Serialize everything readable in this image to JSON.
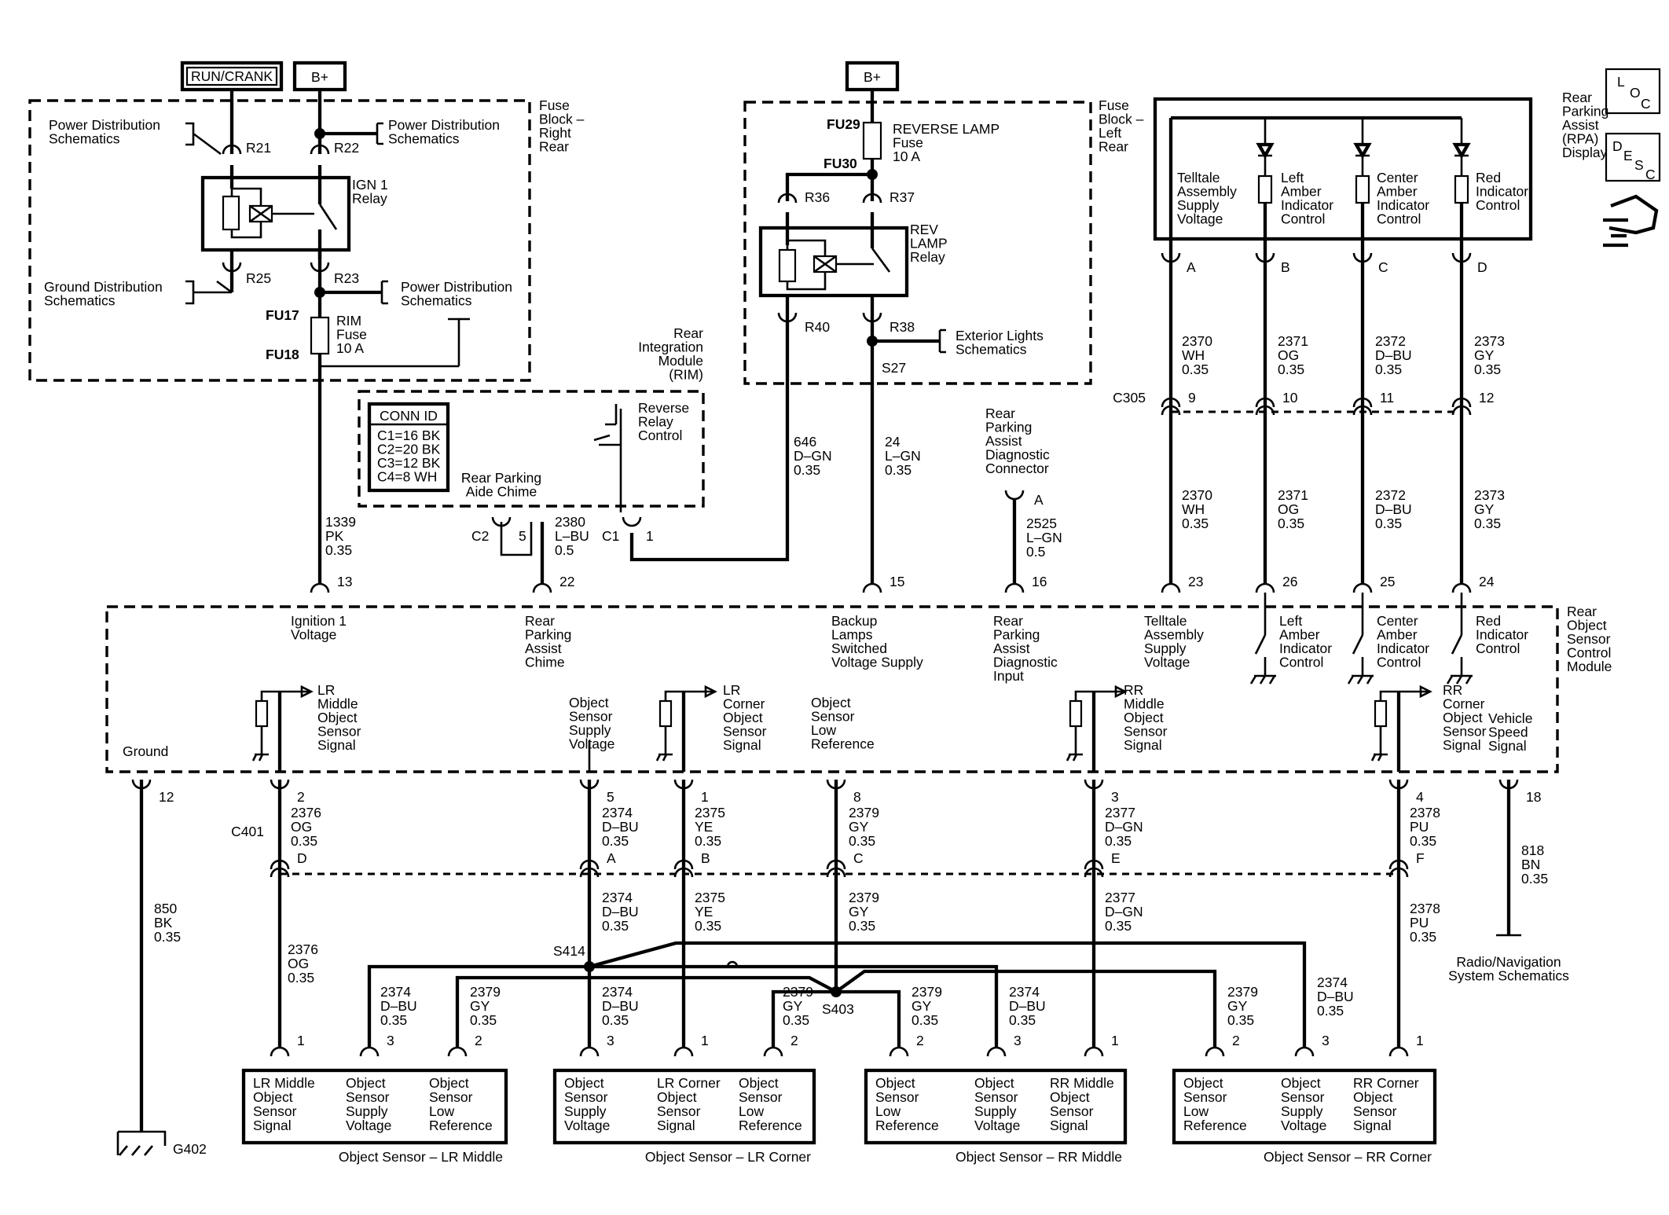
{
  "power": {
    "run_crank": "RUN/CRANK",
    "b_plus_left": "B+",
    "b_plus_right": "B+"
  },
  "fuse_block_right": {
    "title": [
      "Fuse",
      "Block –",
      "Right",
      "Rear"
    ],
    "pd_left": [
      "Power Distribution",
      "Schematics"
    ],
    "pd_right": [
      "Power Distribution",
      "Schematics"
    ],
    "gd": [
      "Ground Distribution",
      "Schematics"
    ],
    "pd_lower": [
      "Power Distribution",
      "Schematics"
    ],
    "r21": "R21",
    "r22": "R22",
    "r25": "R25",
    "r23": "R23",
    "ign_relay": [
      "IGN 1",
      "Relay"
    ],
    "fu17": "FU17",
    "fu18": "FU18",
    "rim_fuse": [
      "RIM",
      "Fuse",
      "10 A"
    ]
  },
  "fuse_block_left": {
    "title": [
      "Fuse",
      "Block –",
      "Left",
      "Rear"
    ],
    "fu29": "FU29",
    "fu30": "FU30",
    "reverse_fuse": [
      "REVERSE LAMP",
      "Fuse",
      "10 A"
    ],
    "r36": "R36",
    "r37": "R37",
    "r40": "R40",
    "r38": "R38",
    "rev_relay": [
      "REV",
      "LAMP",
      "Relay"
    ],
    "ext_lights": [
      "Exterior Lights",
      "Schematics"
    ],
    "s27": "S27"
  },
  "rim": {
    "title": [
      "Rear",
      "Integration",
      "Module",
      "(RIM)"
    ],
    "conn_id_title": "CONN ID",
    "conn_ids": [
      "C1=16 BK",
      "C2=20 BK",
      "C3=12 BK",
      "C4=8 WH"
    ],
    "chime": [
      "Rear Parking",
      "Aide Chime"
    ],
    "reverse_relay": [
      "Reverse",
      "Relay",
      "Control"
    ],
    "c2": "C2",
    "c2_pin": "5",
    "c1": "C1",
    "c1_pin": "1"
  },
  "rpa_display": {
    "title": [
      "Rear",
      "Parking",
      "Assist",
      "(RPA)",
      "Display"
    ],
    "telltale": [
      "Telltale",
      "Assembly",
      "Supply",
      "Voltage"
    ],
    "left_amber": [
      "Left",
      "Amber",
      "Indicator",
      "Control"
    ],
    "center_amber": [
      "Center",
      "Amber",
      "Indicator",
      "Control"
    ],
    "red_indicator": [
      "Red",
      "Indicator",
      "Control"
    ],
    "pins": [
      "A",
      "B",
      "C",
      "D"
    ]
  },
  "loc_desc": {
    "loc": [
      "L",
      "O",
      "C"
    ],
    "desc": [
      "D",
      "E",
      "S",
      "C"
    ]
  },
  "c305": {
    "label": "C305",
    "pins": [
      "9",
      "10",
      "11",
      "12"
    ]
  },
  "diag_connector": {
    "label": [
      "Rear",
      "Parking",
      "Assist",
      "Diagnostic",
      "Connector"
    ],
    "pin": "A"
  },
  "wires": {
    "w1339": [
      "1339",
      "PK",
      "0.35"
    ],
    "w2380": [
      "2380",
      "L–BU",
      "0.5"
    ],
    "w646": [
      "646",
      "D–GN",
      "0.35"
    ],
    "w24": [
      "24",
      "L–GN",
      "0.35"
    ],
    "w2525": [
      "2525",
      "L–GN",
      "0.5"
    ],
    "w2370": [
      "2370",
      "WH",
      "0.35"
    ],
    "w2371": [
      "2371",
      "OG",
      "0.35"
    ],
    "w2372": [
      "2372",
      "D–BU",
      "0.35"
    ],
    "w2373": [
      "2373",
      "GY",
      "0.35"
    ],
    "w850": [
      "850",
      "BK",
      "0.35"
    ],
    "w2376": [
      "2376",
      "OG",
      "0.35"
    ],
    "w2374": [
      "2374",
      "D–BU",
      "0.35"
    ],
    "w2375": [
      "2375",
      "YE",
      "0.35"
    ],
    "w2379": [
      "2379",
      "GY",
      "0.35"
    ],
    "w2377": [
      "2377",
      "D–GN",
      "0.35"
    ],
    "w2378": [
      "2378",
      "PU",
      "0.35"
    ],
    "w818": [
      "818",
      "BN",
      "0.35"
    ]
  },
  "module": {
    "title": [
      "Rear",
      "Object",
      "Sensor",
      "Control",
      "Module"
    ],
    "top_pins": [
      "13",
      "22",
      "15",
      "16",
      "23",
      "26",
      "25",
      "24"
    ],
    "ignition": [
      "Ignition 1",
      "Voltage"
    ],
    "chime": [
      "Rear",
      "Parking",
      "Assist",
      "Chime"
    ],
    "backup": [
      "Backup",
      "Lamps",
      "Switched",
      "Voltage Supply"
    ],
    "diag_input": [
      "Rear",
      "Parking",
      "Assist",
      "Diagnostic",
      "Input"
    ],
    "telltale": [
      "Telltale",
      "Assembly",
      "Supply",
      "Voltage"
    ],
    "left_amber": [
      "Left",
      "Amber",
      "Indicator",
      "Control"
    ],
    "center_amber": [
      "Center",
      "Amber",
      "Indicator",
      "Control"
    ],
    "red_indicator": [
      "Red",
      "Indicator",
      "Control"
    ],
    "ground": "Ground",
    "lr_middle": [
      "LR",
      "Middle",
      "Object",
      "Sensor",
      "Signal"
    ],
    "supply": [
      "Object",
      "Sensor",
      "Supply",
      "Voltage"
    ],
    "lr_corner": [
      "LR",
      "Corner",
      "Object",
      "Sensor",
      "Signal"
    ],
    "low_ref": [
      "Object",
      "Sensor",
      "Low",
      "Reference"
    ],
    "rr_middle": [
      "RR",
      "Middle",
      "Object",
      "Sensor",
      "Signal"
    ],
    "rr_corner": [
      "RR",
      "Corner",
      "Object",
      "Sensor",
      "Signal"
    ],
    "vehicle_speed": [
      "Vehicle",
      "Speed",
      "Signal"
    ],
    "bottom_pins": [
      "12",
      "2",
      "5",
      "1",
      "8",
      "3",
      "4",
      "18"
    ]
  },
  "c401": {
    "label": "C401",
    "pins": [
      "D",
      "A",
      "B",
      "C",
      "E",
      "F"
    ]
  },
  "splices": {
    "s414": "S414",
    "s403": "S403"
  },
  "radio_nav": [
    "Radio/Navigation",
    "System Schematics"
  ],
  "ground_label": "G402",
  "sensors": [
    {
      "caption": "Object Sensor – LR Middle",
      "labels": [
        [
          "LR Middle",
          "Object",
          "Sensor",
          "Signal"
        ],
        [
          "Object",
          "Sensor",
          "Supply",
          "Voltage"
        ],
        [
          "Object",
          "Sensor",
          "Low",
          "Reference"
        ]
      ],
      "pins": [
        "1",
        "3",
        "2"
      ]
    },
    {
      "caption": "Object Sensor – LR Corner",
      "labels": [
        [
          "Object",
          "Sensor",
          "Supply",
          "Voltage"
        ],
        [
          "LR Corner",
          "Object",
          "Sensor",
          "Signal"
        ],
        [
          "Object",
          "Sensor",
          "Low",
          "Reference"
        ]
      ],
      "pins": [
        "3",
        "1",
        "2"
      ]
    },
    {
      "caption": "Object Sensor – RR Middle",
      "labels": [
        [
          "Object",
          "Sensor",
          "Low",
          "Reference"
        ],
        [
          "Object",
          "Sensor",
          "Supply",
          "Voltage"
        ],
        [
          "RR Middle",
          "Object",
          "Sensor",
          "Signal"
        ]
      ],
      "pins": [
        "2",
        "3",
        "1"
      ]
    },
    {
      "caption": "Object Sensor – RR Corner",
      "labels": [
        [
          "Object",
          "Sensor",
          "Low",
          "Reference"
        ],
        [
          "Object",
          "Sensor",
          "Supply",
          "Voltage"
        ],
        [
          "RR Corner",
          "Object",
          "Sensor",
          "Signal"
        ]
      ],
      "pins": [
        "2",
        "3",
        "1"
      ]
    }
  ]
}
